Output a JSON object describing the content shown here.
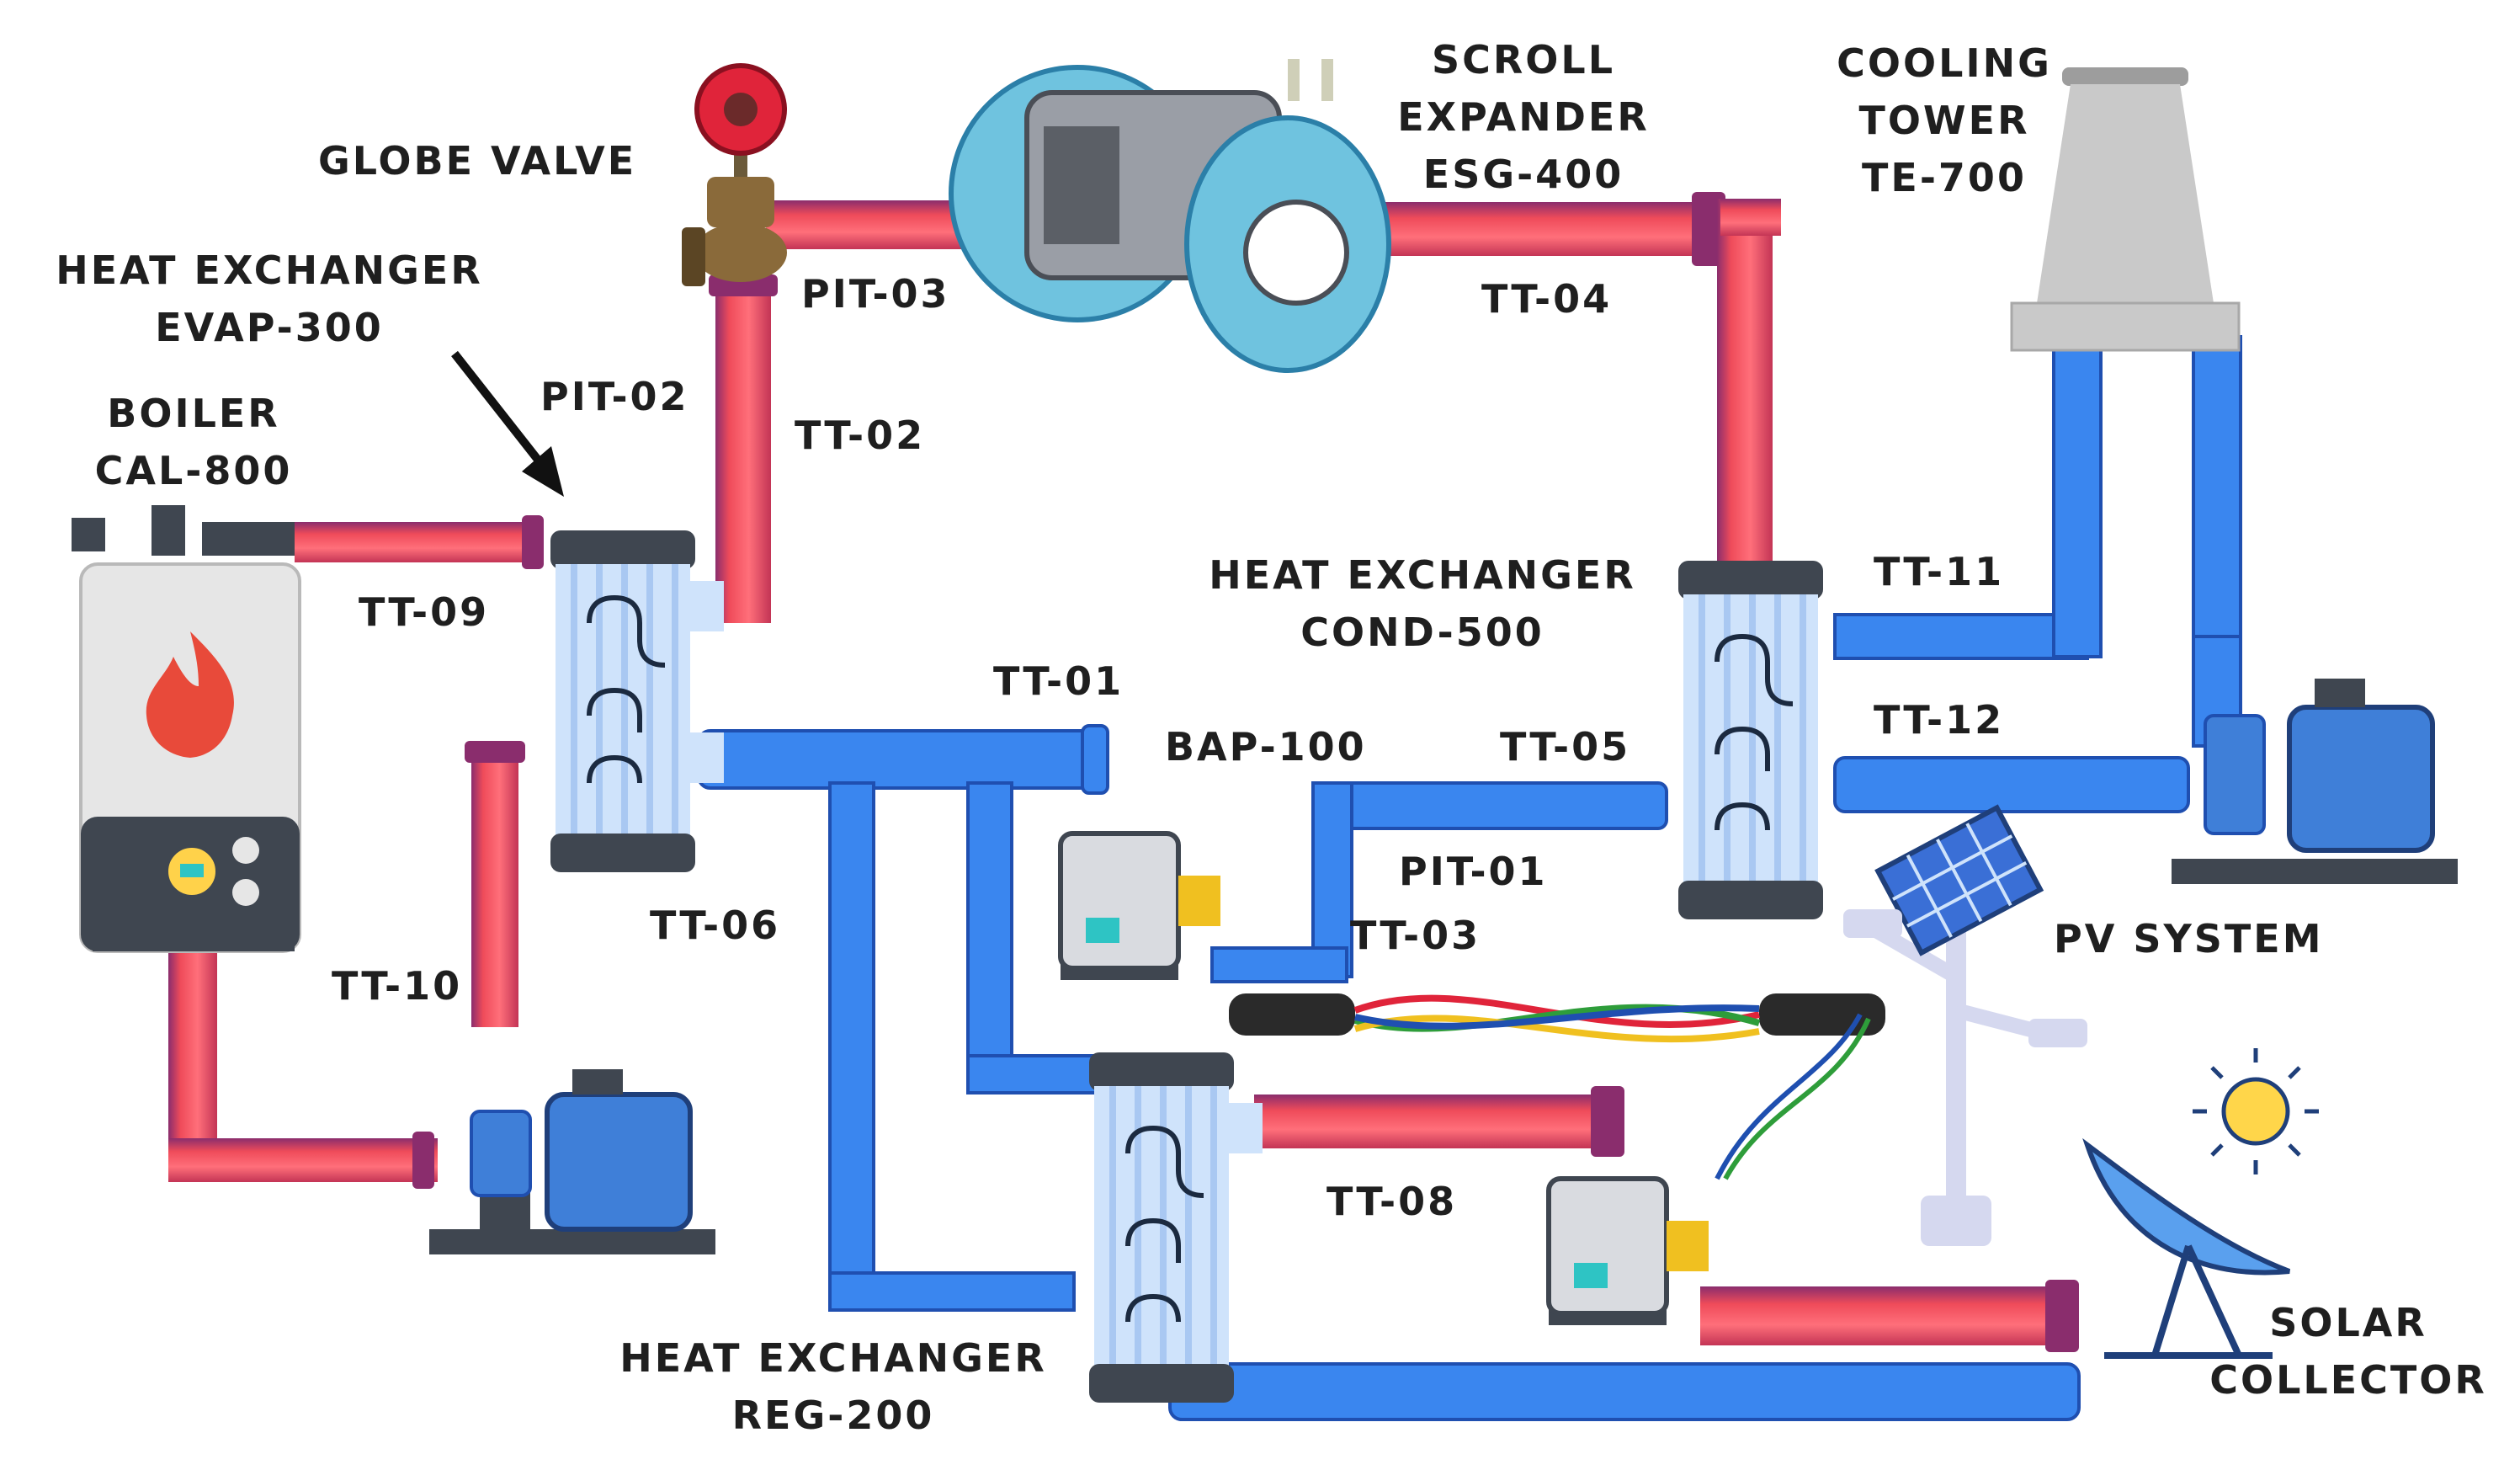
{
  "labels": {
    "globe_valve": "GLOBE VALVE",
    "scroll_expander": [
      "SCROLL",
      "EXPANDER",
      "ESG-400"
    ],
    "cooling_tower": [
      "COOLING",
      "TOWER",
      "TE-700"
    ],
    "evap": [
      "HEAT EXCHANGER",
      "EVAP-300"
    ],
    "boiler": [
      "BOILER",
      "CAL-800"
    ],
    "cond": [
      "HEAT EXCHANGER",
      "COND-500"
    ],
    "reg": [
      "HEAT EXCHANGER",
      "REG-200"
    ],
    "pv": "PV SYSTEM",
    "solar": [
      "SOLAR",
      "COLLECTOR"
    ],
    "bap": "BAP-100",
    "pit01": "PIT-01",
    "pit02": "PIT-02",
    "pit03": "PIT-03",
    "tt01": "TT-01",
    "tt02": "TT-02",
    "tt03": "TT-03",
    "tt04": "TT-04",
    "tt05": "TT-05",
    "tt06": "TT-06",
    "tt08": "TT-08",
    "tt09": "TT-09",
    "tt10": "TT-10",
    "tt11": "TT-11",
    "tt12": "TT-12"
  },
  "colors": {
    "hot_pipe": "#ef4b5a",
    "hot_pipe_dark": "#7a2c6e",
    "cold_pipe": "#3a86ef",
    "cold_pipe_dark": "#1f4fb0",
    "exchanger_body": "#cfe3fb",
    "exchanger_cap": "#3f4650",
    "valve_wheel": "#e0243a",
    "valve_body": "#8a6a3a",
    "expander_shell": "#6fc3df",
    "tower": "#c9c9c9",
    "pump_motor": "#3f7fd8",
    "boiler_body": "#e6e6e6",
    "flame": "#e84a3a",
    "sun": "#ffd64a",
    "label_text": "#1f1f1f"
  }
}
